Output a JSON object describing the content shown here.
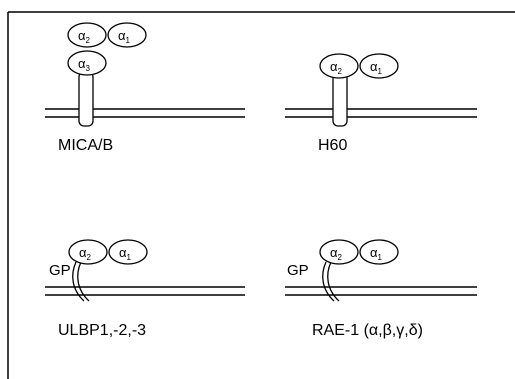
{
  "colors": {
    "line": "#000000",
    "background": "#ffffff"
  },
  "panels": [
    {
      "id": "mica",
      "caption": "MICA/B",
      "anchor": "transmembrane",
      "domains": [
        {
          "greek": "α",
          "sub": "2"
        },
        {
          "greek": "α",
          "sub": "1"
        },
        {
          "greek": "α",
          "sub": "3"
        }
      ]
    },
    {
      "id": "h60",
      "caption": "H60",
      "anchor": "transmembrane",
      "domains": [
        {
          "greek": "α",
          "sub": "2"
        },
        {
          "greek": "α",
          "sub": "1"
        }
      ]
    },
    {
      "id": "ulbp",
      "caption": "ULBP1,-2,-3",
      "anchor": "GPI",
      "gp_label": "GP",
      "domains": [
        {
          "greek": "α",
          "sub": "2"
        },
        {
          "greek": "α",
          "sub": "1"
        }
      ]
    },
    {
      "id": "rae1",
      "caption": "RAE-1 (α,β,γ,δ)",
      "anchor": "GPI",
      "gp_label": "GP",
      "domains": [
        {
          "greek": "α",
          "sub": "2"
        },
        {
          "greek": "α",
          "sub": "1"
        }
      ]
    }
  ]
}
